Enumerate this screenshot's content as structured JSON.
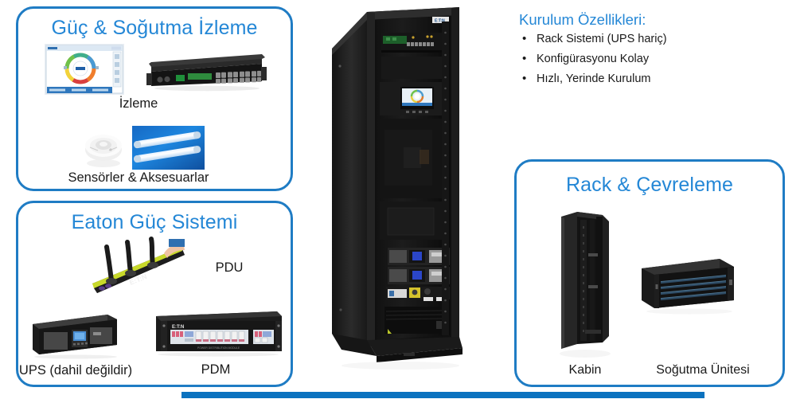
{
  "theme": {
    "panel_border": "#1f7cc4",
    "title_blue": "#2487d6",
    "accent_bar": "#0b72bf",
    "body_text": "#1a1a1a"
  },
  "panels": {
    "monitoring": {
      "title": "Güç &  Soğutma İzleme",
      "caption_top": "İzleme",
      "caption_bottom": "Sensörler & Aksesuarlar",
      "images": {
        "monitor_screen": "power-monitoring-dashboard-image",
        "switch": "rack-network-switch-image",
        "sensor": "smoke-sensor-image",
        "led": "led-tube-lights-image"
      }
    },
    "power": {
      "title": "Eaton Güç Sistemi",
      "caption_pdu": "PDU",
      "caption_ups": "UPS (dahil değildir)",
      "caption_pdm": "PDM",
      "images": {
        "pdu": "rack-pdu-strip-image",
        "ups": "eaton-ups-unit-image",
        "pdm": "eaton-pdm-unit-image"
      }
    },
    "rack": {
      "title": "Rack & Çevreleme",
      "caption_cabinet": "Kabin",
      "caption_cooling": "Soğutma Ünitesi",
      "images": {
        "cabinet": "server-cabinet-image",
        "cooling": "cooling-unit-image"
      }
    }
  },
  "features": {
    "title": "Kurulum Özellikleri:",
    "bullet_glyph": "•",
    "items": [
      "Rack Sistemi (UPS hariç)",
      "Konfigürasyonu Kolay",
      "Hızlı, Yerinde Kurulum"
    ]
  },
  "center": {
    "image": "assembled-data-center-rack-photo"
  }
}
